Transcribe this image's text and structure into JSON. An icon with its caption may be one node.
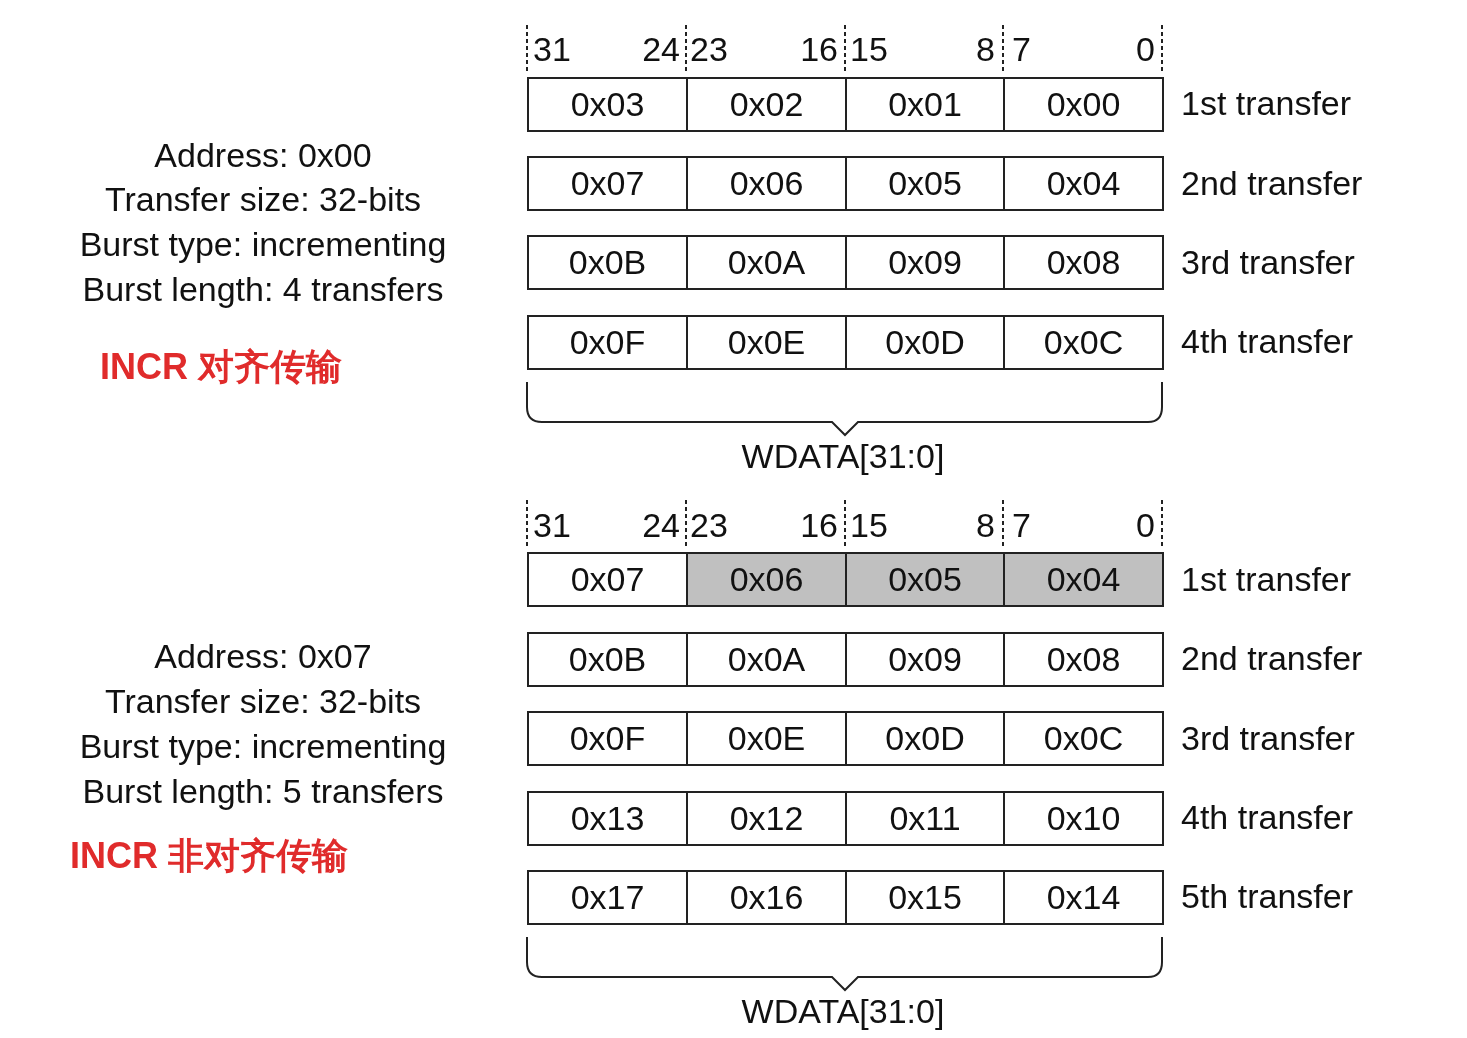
{
  "diagram": {
    "nodes": [
      {
        "text": [
          "0x03"
        ]
      },
      {
        "text": [
          "0x02"
        ]
      },
      {
        "text": [
          "0x01"
        ]
      },
      {
        "text": [
          "0x00"
        ]
      },
      {
        "text": [
          "0x07"
        ]
      },
      {
        "text": [
          "0x06"
        ]
      },
      {
        "text": [
          "0x05"
        ]
      },
      {
        "text": [
          "0x04"
        ]
      },
      {
        "text": [
          "0x0B"
        ]
      },
      {
        "text": [
          "0x0A"
        ]
      },
      {
        "text": [
          "0x09"
        ]
      },
      {
        "text": [
          "0x08"
        ]
      },
      {
        "text": [
          "0x0F"
        ]
      },
      {
        "text": [
          "0x0E"
        ]
      },
      {
        "text": [
          "0x0D"
        ]
      },
      {
        "text": [
          "0x0C"
        ]
      },
      {
        "text": [
          "0x07"
        ]
      },
      {
        "text": [
          "0x06"
        ]
      },
      {
        "text": [
          "0x05"
        ]
      },
      {
        "text": [
          "0x04"
        ]
      },
      {
        "text": [
          "0x0B"
        ]
      },
      {
        "text": [
          "0x0A"
        ]
      },
      {
        "text": [
          "0x09"
        ]
      },
      {
        "text": [
          "0x08"
        ]
      },
      {
        "text": [
          "0x0F"
        ]
      },
      {
        "text": [
          "0x0E"
        ]
      },
      {
        "text": [
          "0x0D"
        ]
      },
      {
        "text": [
          "0x0C"
        ]
      },
      {
        "text": [
          "0x13"
        ]
      },
      {
        "text": [
          "0x12"
        ]
      },
      {
        "text": [
          "0x11"
        ]
      },
      {
        "text": [
          "0x10"
        ]
      },
      {
        "text": [
          "0x17"
        ]
      },
      {
        "text": [
          "0x16"
        ]
      },
      {
        "text": [
          "0x15"
        ]
      },
      {
        "text": [
          "0x14"
        ]
      }
    ],
    "edges": [],
    "labels": [
      "31",
      "24",
      "23",
      "16",
      "15",
      "8",
      "7",
      "0",
      "1st transfer",
      "2nd transfer",
      "3rd transfer",
      "4th transfer",
      "Address: 0x00",
      "Transfer size: 32-bits",
      "Burst type: incrementing",
      "Burst length: 4 transfers",
      "INCR 对齐传输",
      "WDATA[31:0]",
      "31",
      "24",
      "23",
      "16",
      "15",
      "8",
      "7",
      "0",
      "1st transfer",
      "2nd transfer",
      "3rd transfer",
      "4th transfer",
      "5th transfer",
      "Address: 0x07",
      "Transfer size: 32-bits",
      "Burst type: incrementing",
      "Burst length: 5 transfers",
      "INCR 非对齐传输",
      "WDATA[31:0]"
    ]
  }
}
